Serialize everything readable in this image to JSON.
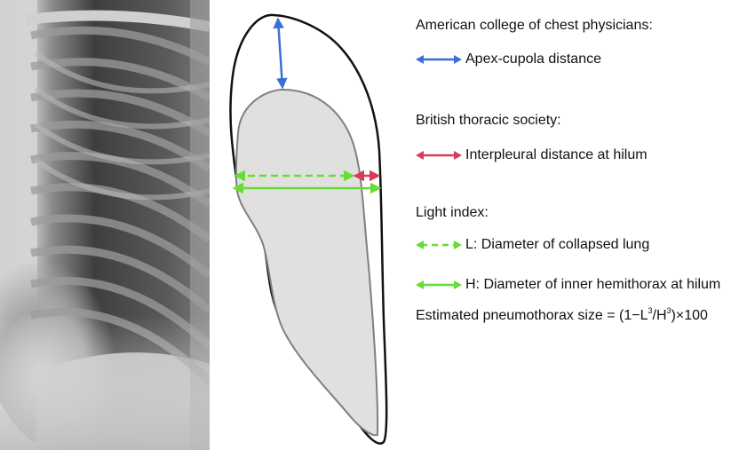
{
  "colors": {
    "apex_cupola": "#3b6fd6",
    "interpleural": "#d83a5c",
    "light_L": "#66dd33",
    "light_H": "#66dd33",
    "lung_fill": "#e0e0e0",
    "lung_outline": "#7f7f7f",
    "thorax_outline": "#111111"
  },
  "legend": {
    "accp": {
      "heading": "American college of chest physicians:",
      "apex": {
        "label": "Apex-cupola distance",
        "icon": "double-arrow-solid"
      }
    },
    "bts": {
      "heading": "British thoracic society:",
      "interpleural": {
        "label": "Interpleural distance at hilum",
        "icon": "double-arrow-solid"
      }
    },
    "light": {
      "heading": "Light index:",
      "L": {
        "label": "L: Diameter of collapsed lung",
        "icon": "double-arrow-dashed"
      },
      "H": {
        "label": "H: Diameter of inner hemithorax at hilum",
        "icon": "double-arrow-solid"
      }
    },
    "formula": {
      "prefix": "Estimated pneumothorax size = (1−L",
      "sup1": "3",
      "mid": "/H",
      "sup2": "3",
      "suffix": ")×100"
    }
  }
}
